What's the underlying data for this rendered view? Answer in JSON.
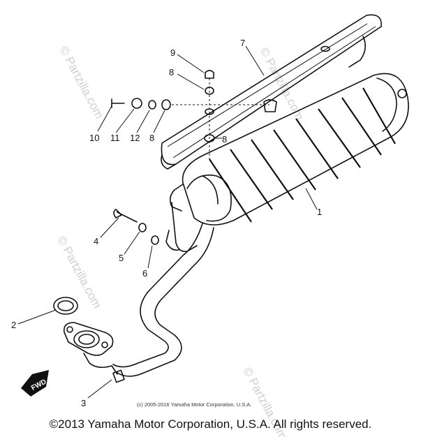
{
  "watermark": {
    "text": "© Partzilla.com",
    "color": "#cfcfcf"
  },
  "diagram": {
    "callouts": [
      {
        "id": "c9",
        "text": "9"
      },
      {
        "id": "c7",
        "text": "7"
      },
      {
        "id": "c8a",
        "text": "8"
      },
      {
        "id": "c10",
        "text": "10"
      },
      {
        "id": "c11",
        "text": "11"
      },
      {
        "id": "c12",
        "text": "12"
      },
      {
        "id": "c8b",
        "text": "8"
      },
      {
        "id": "c8c",
        "text": "8"
      },
      {
        "id": "c1",
        "text": "1"
      },
      {
        "id": "c4",
        "text": "4"
      },
      {
        "id": "c5",
        "text": "5"
      },
      {
        "id": "c6",
        "text": "6"
      },
      {
        "id": "c2",
        "text": "2"
      },
      {
        "id": "c3",
        "text": "3"
      }
    ],
    "fwd_label": "FWD",
    "small_copyright": "(c) 2005-2016 Yamaha Motor Corporation, U.S.A."
  },
  "footer": {
    "copyright": "©2013 Yamaha Motor Corporation, U.S.A. All rights reserved."
  }
}
